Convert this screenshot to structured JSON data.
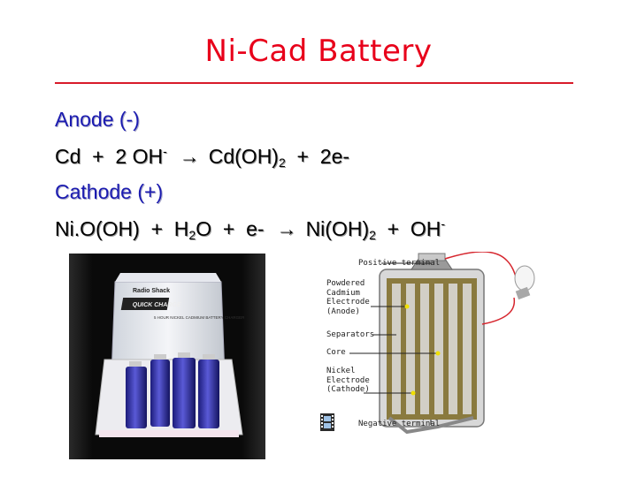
{
  "slide": {
    "title": "Ni-Cad Battery",
    "anode_heading": "Anode (-)",
    "anode_reaction": {
      "lhs": "Cd  +  2 OH",
      "lhs_sup": "-",
      "arrow": "→",
      "rhs": "Cd(OH)",
      "rhs_sub": "2",
      "rhs_tail": "  +  2e-"
    },
    "cathode_heading": "Cathode (+)",
    "cathode_reaction": {
      "part1": "Ni.O(OH)  +  H",
      "sub1": "2",
      "part2": "O  +  e-",
      "arrow": "→",
      "part3": "Ni(OH)",
      "sub2": "2",
      "part4": "  +  OH",
      "sup": "-"
    }
  },
  "photo": {
    "brand": "Radio Shack",
    "product": "QUICK CHARGE",
    "subtitle": "5 HOUR NICKEL CADMIUM BATTERY CHARGER"
  },
  "diagram": {
    "labels": {
      "positive": "Positive terminal",
      "anode": "Powdered\nCadmium\nElectrode\n(Anode)",
      "separators": "Separators",
      "core": "Core",
      "cathode": "Nickel\nElectrode\n(Cathode)",
      "negative": "Negative terminal"
    }
  },
  "colors": {
    "title": "#e8001a",
    "heading": "#1b1bb0",
    "rule": "#d81b2a"
  },
  "icons": [
    "film-strip-icon",
    "light-bulb-icon"
  ]
}
